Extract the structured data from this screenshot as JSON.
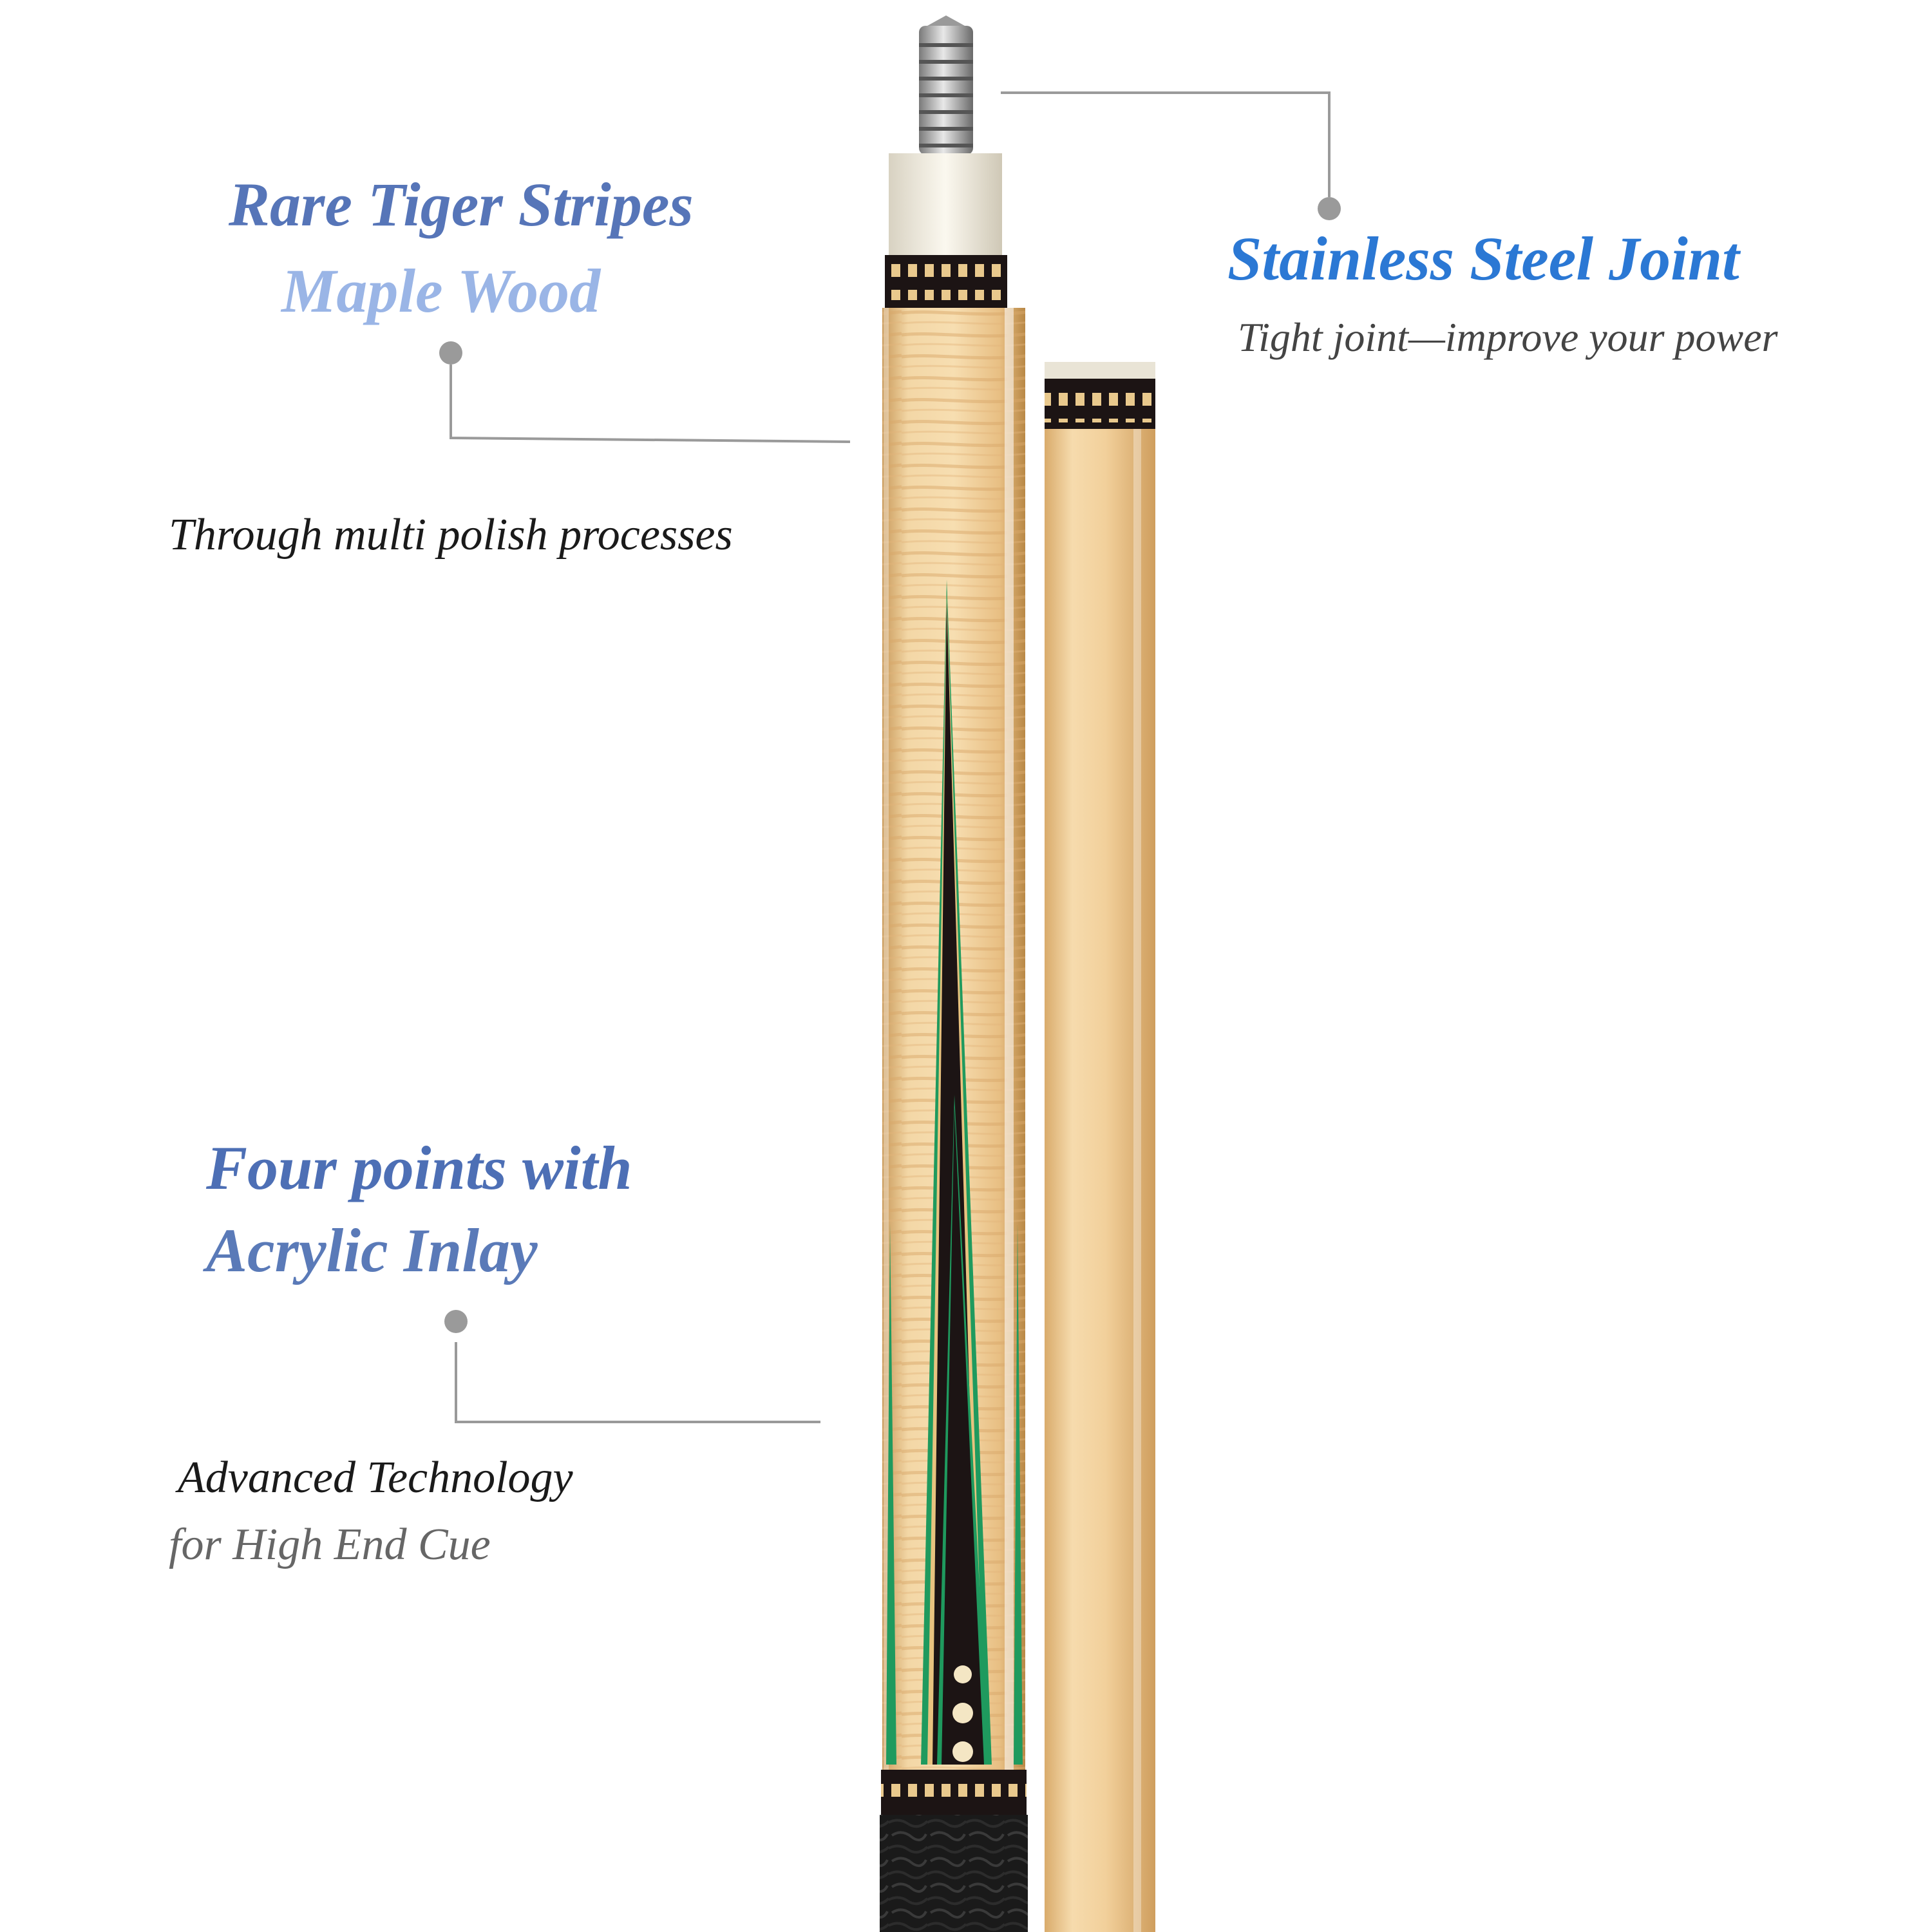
{
  "callouts": {
    "tiger": {
      "title_line1": "Rare Tiger Stripes",
      "title_line2": "Maple Wood",
      "note": "Through multi polish processes"
    },
    "joint": {
      "title": "Stainless Steel Joint",
      "note": "Tight joint—improve your power"
    },
    "inlay": {
      "title_line1": "Four points with",
      "title_line2": "Acrylic Inlay",
      "note_line1": "Advanced Technology",
      "note_line2": "for High End Cue"
    }
  },
  "colors": {
    "title_blue": "#5675b8",
    "title_light_blue": "#9ab5e6",
    "joint_blue": "#2b78d4",
    "maple": "#ecc98f",
    "shaft_wood": "#f0cf9a",
    "inlay_black": "#1c1414",
    "inlay_green": "#1f9a5e",
    "leather_wrap": "#1b1b1b",
    "callout_line": "#9a9a9a"
  },
  "icons": [
    "joint-screw-icon",
    "callout-dot-icon"
  ]
}
